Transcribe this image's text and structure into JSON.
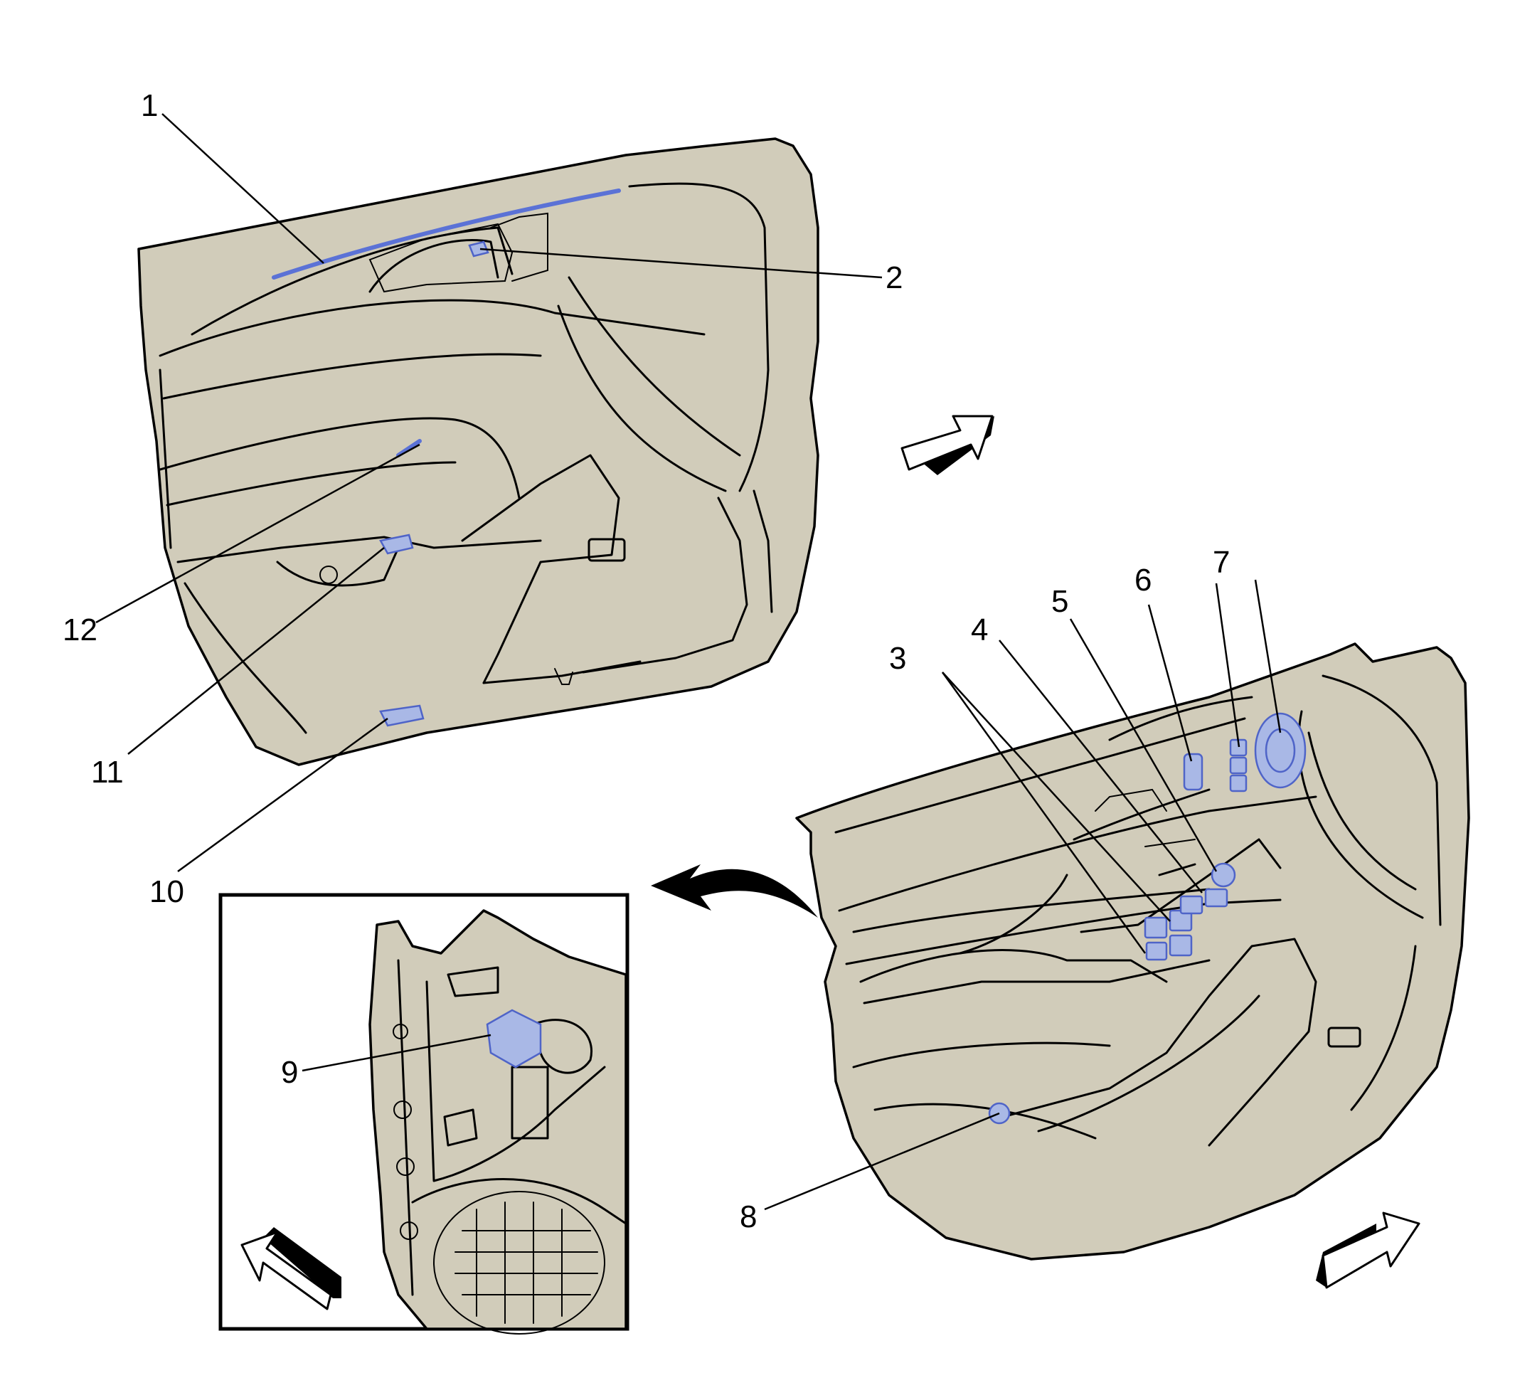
{
  "diagram": {
    "callouts": [
      {
        "id": "1",
        "text": "1"
      },
      {
        "id": "2",
        "text": "2"
      },
      {
        "id": "3",
        "text": "3"
      },
      {
        "id": "4",
        "text": "4"
      },
      {
        "id": "5",
        "text": "5"
      },
      {
        "id": "6",
        "text": "6"
      },
      {
        "id": "7",
        "text": "7"
      },
      {
        "id": "8",
        "text": "8"
      },
      {
        "id": "9",
        "text": "9"
      },
      {
        "id": "10",
        "text": "10"
      },
      {
        "id": "11",
        "text": "11"
      },
      {
        "id": "12",
        "text": "12"
      }
    ],
    "colors": {
      "panel": "#d1ccba",
      "highlight": "#a9b8e6",
      "highlight_stroke": "#4f64c8",
      "line": "#000000",
      "background": "#ffffff"
    },
    "icons": [
      "forward-direction-arrow-icon",
      "rotation-arrow-icon",
      "direction-arrow-icon"
    ]
  }
}
